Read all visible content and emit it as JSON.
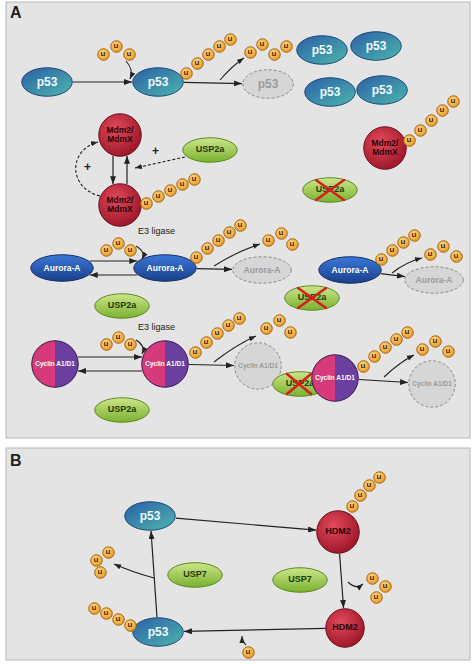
{
  "diagram": {
    "nodes": [
      {
        "text": [
          "p53"
        ]
      },
      {
        "text": [
          "u"
        ]
      },
      {
        "text": [
          "u"
        ]
      },
      {
        "text": [
          "u"
        ]
      },
      {
        "text": [
          "p53"
        ]
      },
      {
        "text": [
          "u"
        ]
      },
      {
        "text": [
          "u"
        ]
      },
      {
        "text": [
          "u"
        ]
      },
      {
        "text": [
          "u"
        ]
      },
      {
        "text": [
          "u"
        ]
      },
      {
        "text": [
          "p53"
        ]
      },
      {
        "text": [
          "u"
        ]
      },
      {
        "text": [
          "u"
        ]
      },
      {
        "text": [
          "u"
        ]
      },
      {
        "text": [
          "u"
        ]
      },
      {
        "text": [
          "p53"
        ]
      },
      {
        "text": [
          "p53"
        ]
      },
      {
        "text": [
          "p53"
        ]
      },
      {
        "text": [
          "p53"
        ]
      },
      {
        "text": [
          "Mdm2/ MdmX"
        ]
      },
      {
        "text": [
          "USP2a"
        ]
      },
      {
        "text": [
          "Mdm2/ MdmX"
        ]
      },
      {
        "text": [
          "u"
        ]
      },
      {
        "text": [
          "u"
        ]
      },
      {
        "text": [
          "u"
        ]
      },
      {
        "text": [
          "u"
        ]
      },
      {
        "text": [
          "u"
        ]
      },
      {
        "text": [
          "Mdm2/ MdmX"
        ]
      },
      {
        "text": [
          "u"
        ]
      },
      {
        "text": [
          "u"
        ]
      },
      {
        "text": [
          "u"
        ]
      },
      {
        "text": [
          "u"
        ]
      },
      {
        "text": [
          "u"
        ]
      },
      {
        "text": [
          "USP2a"
        ]
      },
      {
        "text": [
          "Aurora-A"
        ]
      },
      {
        "text": [
          "u"
        ]
      },
      {
        "text": [
          "u"
        ]
      },
      {
        "text": [
          "u"
        ]
      },
      {
        "text": [
          "Aurora-A"
        ]
      },
      {
        "text": [
          "u"
        ]
      },
      {
        "text": [
          "u"
        ]
      },
      {
        "text": [
          "u"
        ]
      },
      {
        "text": [
          "u"
        ]
      },
      {
        "text": [
          "u"
        ]
      },
      {
        "text": [
          "Aurora-A"
        ]
      },
      {
        "text": [
          "u"
        ]
      },
      {
        "text": [
          "u"
        ]
      },
      {
        "text": [
          "u"
        ]
      },
      {
        "text": [
          "USP2a"
        ]
      },
      {
        "text": [
          "USP2a"
        ]
      },
      {
        "text": [
          "Aurora-A"
        ]
      },
      {
        "text": [
          "u"
        ]
      },
      {
        "text": [
          "u"
        ]
      },
      {
        "text": [
          "u"
        ]
      },
      {
        "text": [
          "u"
        ]
      },
      {
        "text": [
          "Aurora-A"
        ]
      },
      {
        "text": [
          "u"
        ]
      },
      {
        "text": [
          "u"
        ]
      },
      {
        "text": [
          "u"
        ]
      },
      {
        "text": [
          "Cyclin A1/D1"
        ]
      },
      {
        "text": [
          "u"
        ]
      },
      {
        "text": [
          "u"
        ]
      },
      {
        "text": [
          "u"
        ]
      },
      {
        "text": [
          "Cyclin A1/D1"
        ]
      },
      {
        "text": [
          "u"
        ]
      },
      {
        "text": [
          "u"
        ]
      },
      {
        "text": [
          "u"
        ]
      },
      {
        "text": [
          "u"
        ]
      },
      {
        "text": [
          "u"
        ]
      },
      {
        "text": [
          "Cyclin A1/D1"
        ]
      },
      {
        "text": [
          "u"
        ]
      },
      {
        "text": [
          "u"
        ]
      },
      {
        "text": [
          "u"
        ]
      },
      {
        "text": [
          "USP2a"
        ]
      },
      {
        "text": [
          "USP2a"
        ]
      },
      {
        "text": [
          "Cyclin A1/D1"
        ]
      },
      {
        "text": [
          "u"
        ]
      },
      {
        "text": [
          "u"
        ]
      },
      {
        "text": [
          "u"
        ]
      },
      {
        "text": [
          "u"
        ]
      },
      {
        "text": [
          "u"
        ]
      },
      {
        "text": [
          "Cyclin A1/D1"
        ]
      },
      {
        "text": [
          "u"
        ]
      },
      {
        "text": [
          "u"
        ]
      },
      {
        "text": [
          "u"
        ]
      },
      {
        "text": [
          "p53"
        ]
      },
      {
        "text": [
          "HDM2"
        ]
      },
      {
        "text": [
          "u"
        ]
      },
      {
        "text": [
          "u"
        ]
      },
      {
        "text": [
          "u"
        ]
      },
      {
        "text": [
          "u"
        ]
      },
      {
        "text": [
          "USP7"
        ]
      },
      {
        "text": [
          "u"
        ]
      },
      {
        "text": [
          "u"
        ]
      },
      {
        "text": [
          "u"
        ]
      },
      {
        "text": [
          "HDM2"
        ]
      },
      {
        "text": [
          "u"
        ]
      },
      {
        "text": [
          "p53"
        ]
      },
      {
        "text": [
          "u"
        ]
      },
      {
        "text": [
          "u"
        ]
      },
      {
        "text": [
          "u"
        ]
      },
      {
        "text": [
          "u"
        ]
      },
      {
        "text": [
          "USP7"
        ]
      },
      {
        "text": [
          "u"
        ]
      },
      {
        "text": [
          "u"
        ]
      },
      {
        "text": [
          "u"
        ]
      }
    ],
    "edges": [
      {
        "from": 0,
        "to": 4,
        "arrow": "to"
      },
      {
        "from": 4,
        "to": 10,
        "arrow": "to"
      },
      {
        "from": 19,
        "to": 21,
        "arrow": "to"
      },
      {
        "from": 21,
        "to": 19,
        "arrow": "to"
      },
      {
        "from": 34,
        "to": 38,
        "arrow": "to"
      },
      {
        "from": 38,
        "to": 34,
        "arrow": "to"
      },
      {
        "from": 38,
        "to": 44,
        "arrow": "to"
      },
      {
        "from": 50,
        "to": 55,
        "arrow": "to"
      },
      {
        "from": 59,
        "to": 63,
        "arrow": "to"
      },
      {
        "from": 63,
        "to": 59,
        "arrow": "to"
      },
      {
        "from": 63,
        "to": 69,
        "arrow": "to"
      },
      {
        "from": 75,
        "to": 81,
        "arrow": "to"
      },
      {
        "from": 85,
        "to": 86,
        "arrow": "to"
      },
      {
        "from": 86,
        "to": 95,
        "arrow": "to"
      },
      {
        "from": 95,
        "to": 97,
        "arrow": "to"
      },
      {
        "from": 97,
        "to": 85,
        "arrow": "to"
      }
    ],
    "labels": [
      "A",
      "+",
      "+",
      "E3 ligase",
      "E3 ligase",
      "B"
    ]
  }
}
